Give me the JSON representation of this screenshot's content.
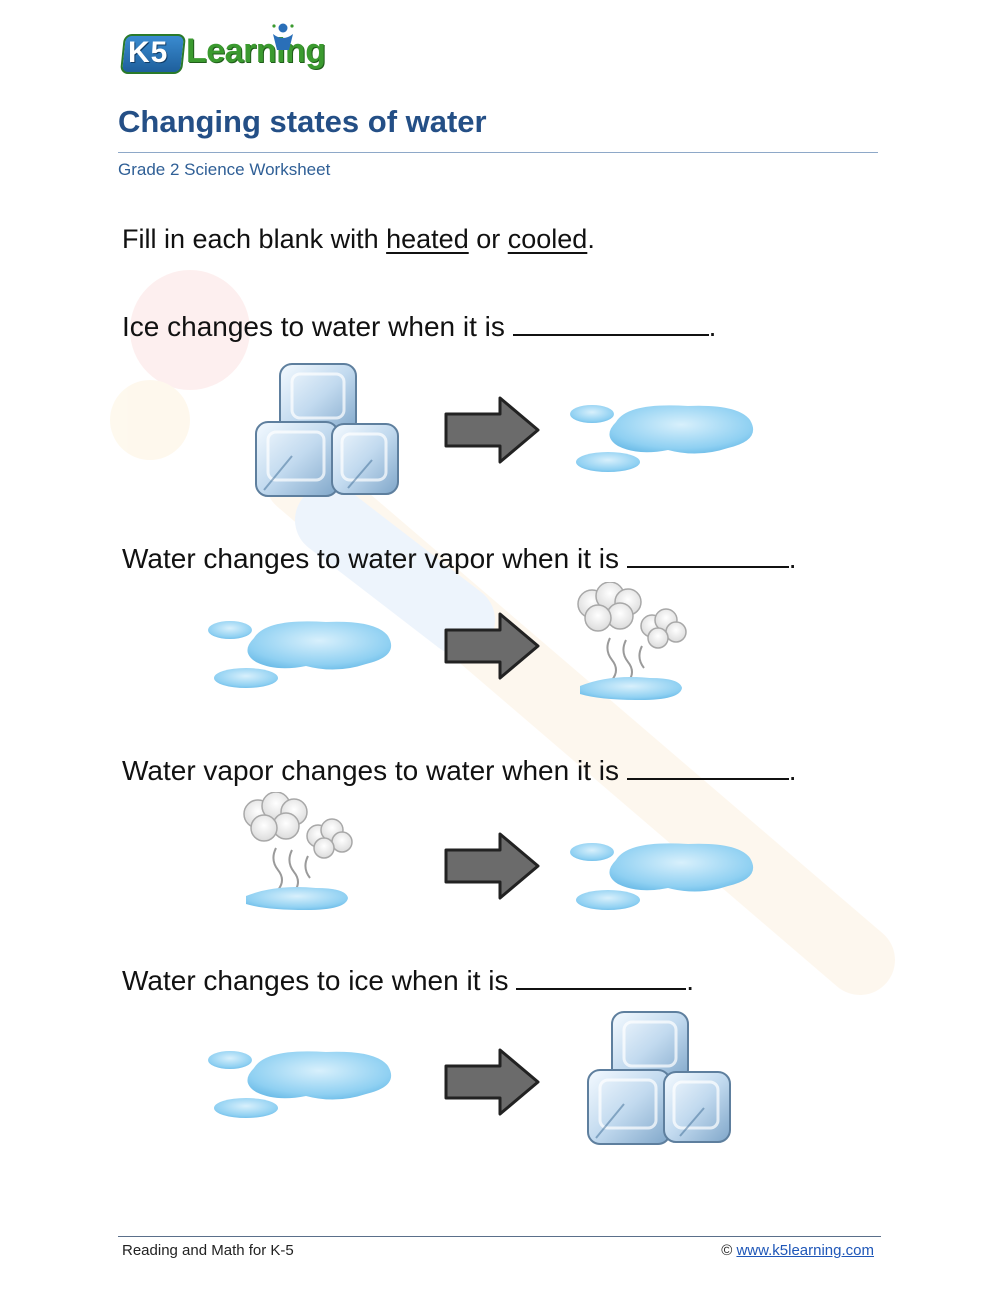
{
  "logo": {
    "text_k5": "K5",
    "text_word": "Learning"
  },
  "header": {
    "title": "Changing states of water",
    "subtitle": "Grade 2 Science Worksheet"
  },
  "instruction": {
    "prefix": "Fill in each blank with ",
    "option1": "heated",
    "middle": " or ",
    "option2": "cooled",
    "suffix": "."
  },
  "questions": [
    {
      "text": "Ice changes to water when it is ",
      "end": ".",
      "from": "ice-cubes",
      "to": "water-puddle"
    },
    {
      "text": "Water changes to water vapor when it is ",
      "end": ".",
      "from": "water-puddle",
      "to": "water-vapor"
    },
    {
      "text": "Water vapor changes to water when it is ",
      "end": ".",
      "from": "water-vapor",
      "to": "water-puddle"
    },
    {
      "text": "Water changes to ice when it is ",
      "end": ".",
      "from": "water-puddle",
      "to": "ice-cubes"
    }
  ],
  "footer": {
    "left": "Reading and Math for K-5",
    "copyright": "©",
    "link": "www.k5learning.com"
  },
  "colors": {
    "title": "#244f86",
    "subtitle": "#2f5f96",
    "arrow_fill": "#6b6b6b",
    "water": "#8fd0f2",
    "ice": "#c9dff0",
    "link": "#1f57b8"
  }
}
